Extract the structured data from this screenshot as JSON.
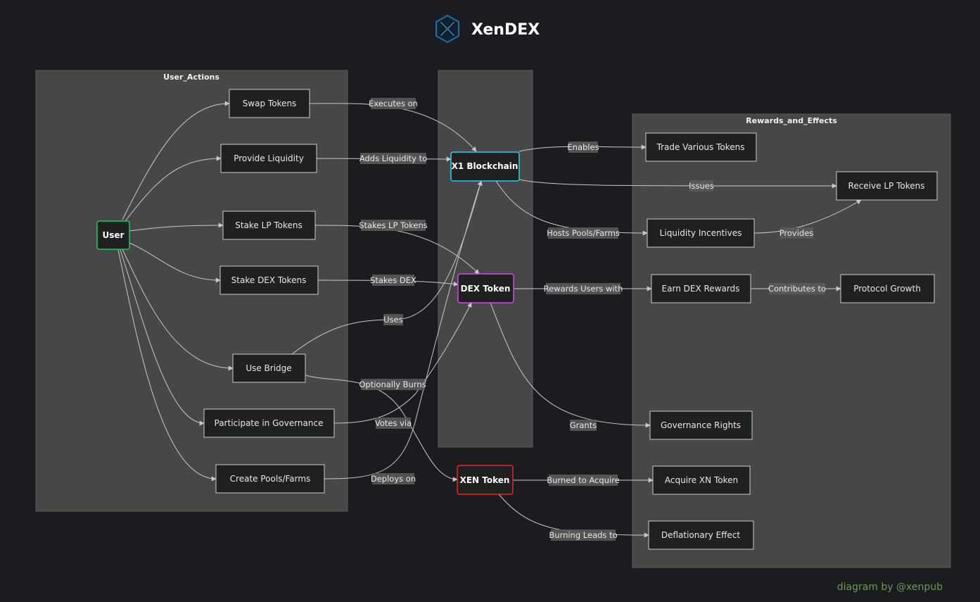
{
  "header": {
    "title": "XenDEX",
    "logo_icon": "xen-x-hexagon-icon",
    "logo_color": "#1e6fa8"
  },
  "credit": "diagram by @xenpub",
  "colors": {
    "user_border": "#22c55e",
    "x1_border": "#22d3ee",
    "dex_border": "#d946ef",
    "xen_border": "#ef2222",
    "credit": "#6a9a53"
  },
  "clusters": [
    {
      "id": "user_actions",
      "title": "User_Actions"
    },
    {
      "id": "middle",
      "title": ""
    },
    {
      "id": "rewards",
      "title": "Rewards_and_Effects"
    }
  ],
  "nodes": [
    {
      "id": "user",
      "label": "User",
      "style": "user"
    },
    {
      "id": "swap",
      "label": "Swap Tokens"
    },
    {
      "id": "liquidity",
      "label": "Provide Liquidity"
    },
    {
      "id": "stake_lp",
      "label": "Stake LP Tokens"
    },
    {
      "id": "stake_dex",
      "label": "Stake DEX Tokens"
    },
    {
      "id": "bridge",
      "label": "Use Bridge"
    },
    {
      "id": "governance",
      "label": "Participate in Governance"
    },
    {
      "id": "pools",
      "label": "Create Pools/Farms"
    },
    {
      "id": "x1",
      "label": "X1 Blockchain",
      "style": "x1"
    },
    {
      "id": "dex",
      "label": "DEX Token",
      "style": "dex"
    },
    {
      "id": "xen",
      "label": "XEN Token",
      "style": "xen"
    },
    {
      "id": "trade",
      "label": "Trade Various Tokens"
    },
    {
      "id": "receive_lp",
      "label": "Receive LP Tokens"
    },
    {
      "id": "incentives",
      "label": "Liquidity Incentives"
    },
    {
      "id": "earn_dex",
      "label": "Earn DEX Rewards"
    },
    {
      "id": "growth",
      "label": "Protocol Growth"
    },
    {
      "id": "gov_rights",
      "label": "Governance Rights"
    },
    {
      "id": "acquire_xn",
      "label": "Acquire XN Token"
    },
    {
      "id": "deflation",
      "label": "Deflationary Effect"
    }
  ],
  "edges": [
    {
      "id": "e_user_swap",
      "from": "user",
      "to": "swap",
      "label": ""
    },
    {
      "id": "e_user_liq",
      "from": "user",
      "to": "liquidity",
      "label": ""
    },
    {
      "id": "e_user_stakelp",
      "from": "user",
      "to": "stake_lp",
      "label": ""
    },
    {
      "id": "e_user_stakedex",
      "from": "user",
      "to": "stake_dex",
      "label": ""
    },
    {
      "id": "e_user_bridge",
      "from": "user",
      "to": "bridge",
      "label": ""
    },
    {
      "id": "e_user_gov",
      "from": "user",
      "to": "governance",
      "label": ""
    },
    {
      "id": "e_user_pools",
      "from": "user",
      "to": "pools",
      "label": ""
    },
    {
      "id": "e_swap_x1",
      "from": "swap",
      "to": "x1",
      "label": "Executes on"
    },
    {
      "id": "e_liq_x1",
      "from": "liquidity",
      "to": "x1",
      "label": "Adds Liquidity to"
    },
    {
      "id": "e_stakelp_dex",
      "from": "stake_lp",
      "to": "dex",
      "label": "Stakes LP Tokens"
    },
    {
      "id": "e_stakedex_dex",
      "from": "stake_dex",
      "to": "dex",
      "label": "Stakes DEX"
    },
    {
      "id": "e_bridge_x1",
      "from": "bridge",
      "to": "x1",
      "label": "Uses"
    },
    {
      "id": "e_bridge_xen",
      "from": "bridge",
      "to": "xen",
      "label": "Optionally Burns"
    },
    {
      "id": "e_gov_dex",
      "from": "governance",
      "to": "dex",
      "label": "Votes via"
    },
    {
      "id": "e_pools_x1",
      "from": "pools",
      "to": "x1",
      "label": "Deploys on"
    },
    {
      "id": "e_x1_trade",
      "from": "x1",
      "to": "trade",
      "label": "Enables"
    },
    {
      "id": "e_x1_receive",
      "from": "x1",
      "to": "receive_lp",
      "label": "Issues"
    },
    {
      "id": "e_x1_incent",
      "from": "x1",
      "to": "incentives",
      "label": "Hosts Pools/Farms"
    },
    {
      "id": "e_incent_receive",
      "from": "incentives",
      "to": "receive_lp",
      "label": "Provides"
    },
    {
      "id": "e_dex_earn",
      "from": "dex",
      "to": "earn_dex",
      "label": "Rewards Users with"
    },
    {
      "id": "e_earn_growth",
      "from": "earn_dex",
      "to": "growth",
      "label": "Contributes to"
    },
    {
      "id": "e_dex_govrights",
      "from": "dex",
      "to": "gov_rights",
      "label": "Grants"
    },
    {
      "id": "e_xen_acquire",
      "from": "xen",
      "to": "acquire_xn",
      "label": "Burned to Acquire"
    },
    {
      "id": "e_xen_deflation",
      "from": "xen",
      "to": "deflation",
      "label": "Burning Leads to"
    }
  ]
}
